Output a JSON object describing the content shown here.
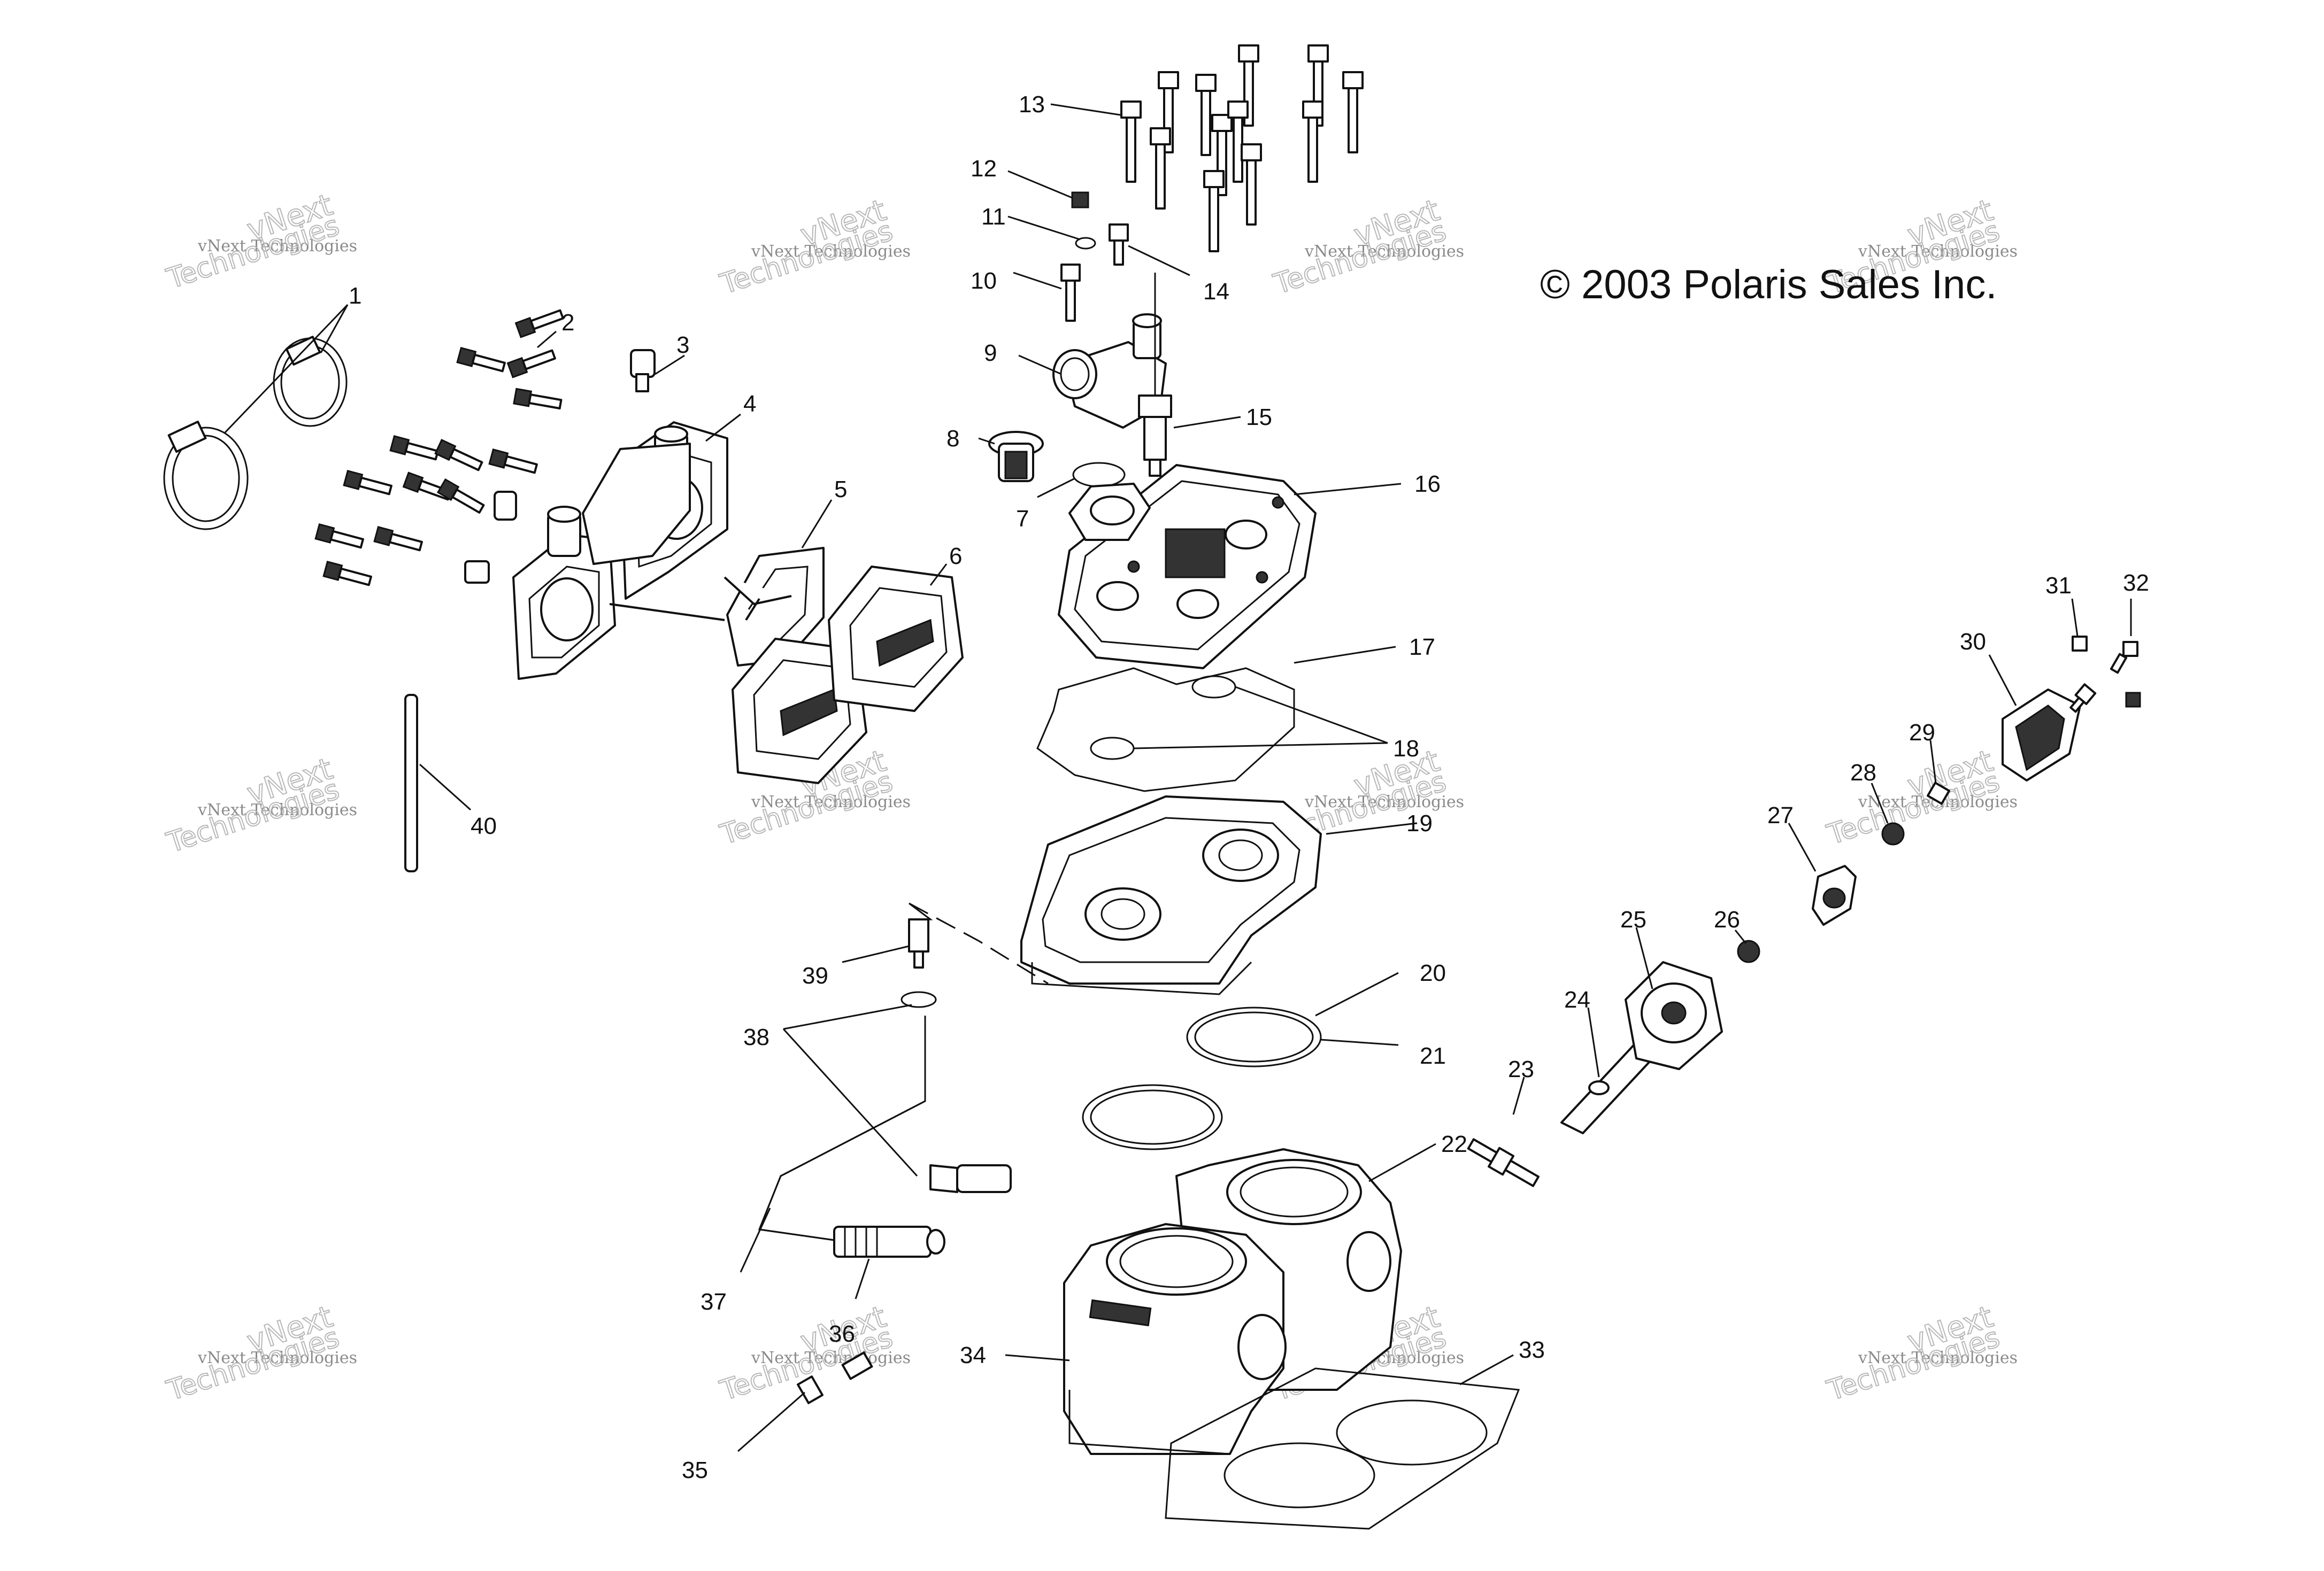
{
  "copyright": "© 2003 Polaris Sales Inc.",
  "watermark": {
    "line1": "vNext Technologies",
    "line2": "vNext",
    "line3": "Technologies"
  },
  "callouts": [
    "1",
    "2",
    "3",
    "4",
    "5",
    "6",
    "7",
    "8",
    "9",
    "10",
    "11",
    "12",
    "13",
    "14",
    "15",
    "16",
    "17",
    "18",
    "19",
    "20",
    "21",
    "22",
    "23",
    "24",
    "25",
    "26",
    "27",
    "28",
    "29",
    "30",
    "31",
    "32",
    "33",
    "34",
    "35",
    "36",
    "37",
    "38",
    "39",
    "40"
  ]
}
